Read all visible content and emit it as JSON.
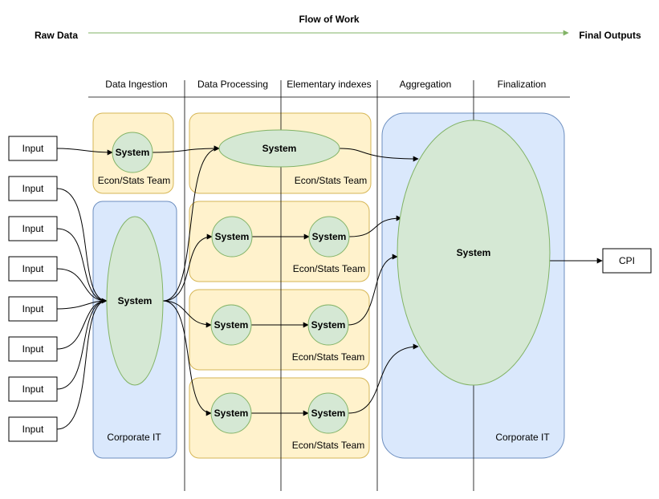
{
  "header": {
    "flow_label": "Flow of Work",
    "start_label": "Raw Data",
    "end_label": "Final Outputs",
    "arrow_color": "#82b366"
  },
  "stages": [
    "Data Ingestion",
    "Data Processing",
    "Elementary indexes",
    "Aggregation",
    "Finalization"
  ],
  "inputs": [
    "Input",
    "Input",
    "Input",
    "Input",
    "Input",
    "Input",
    "Input",
    "Input"
  ],
  "output": "CPI",
  "teams": {
    "econ_stats": "Econ/Stats Team",
    "corporate_it": "Corporate IT"
  },
  "system_label": "System",
  "colors": {
    "econ_fill": "#fff2cc",
    "econ_stroke": "#d6b656",
    "it_fill": "#dae8fc",
    "it_stroke": "#6c8ebf",
    "system_fill": "#d5e8d4",
    "system_stroke": "#82b366"
  }
}
